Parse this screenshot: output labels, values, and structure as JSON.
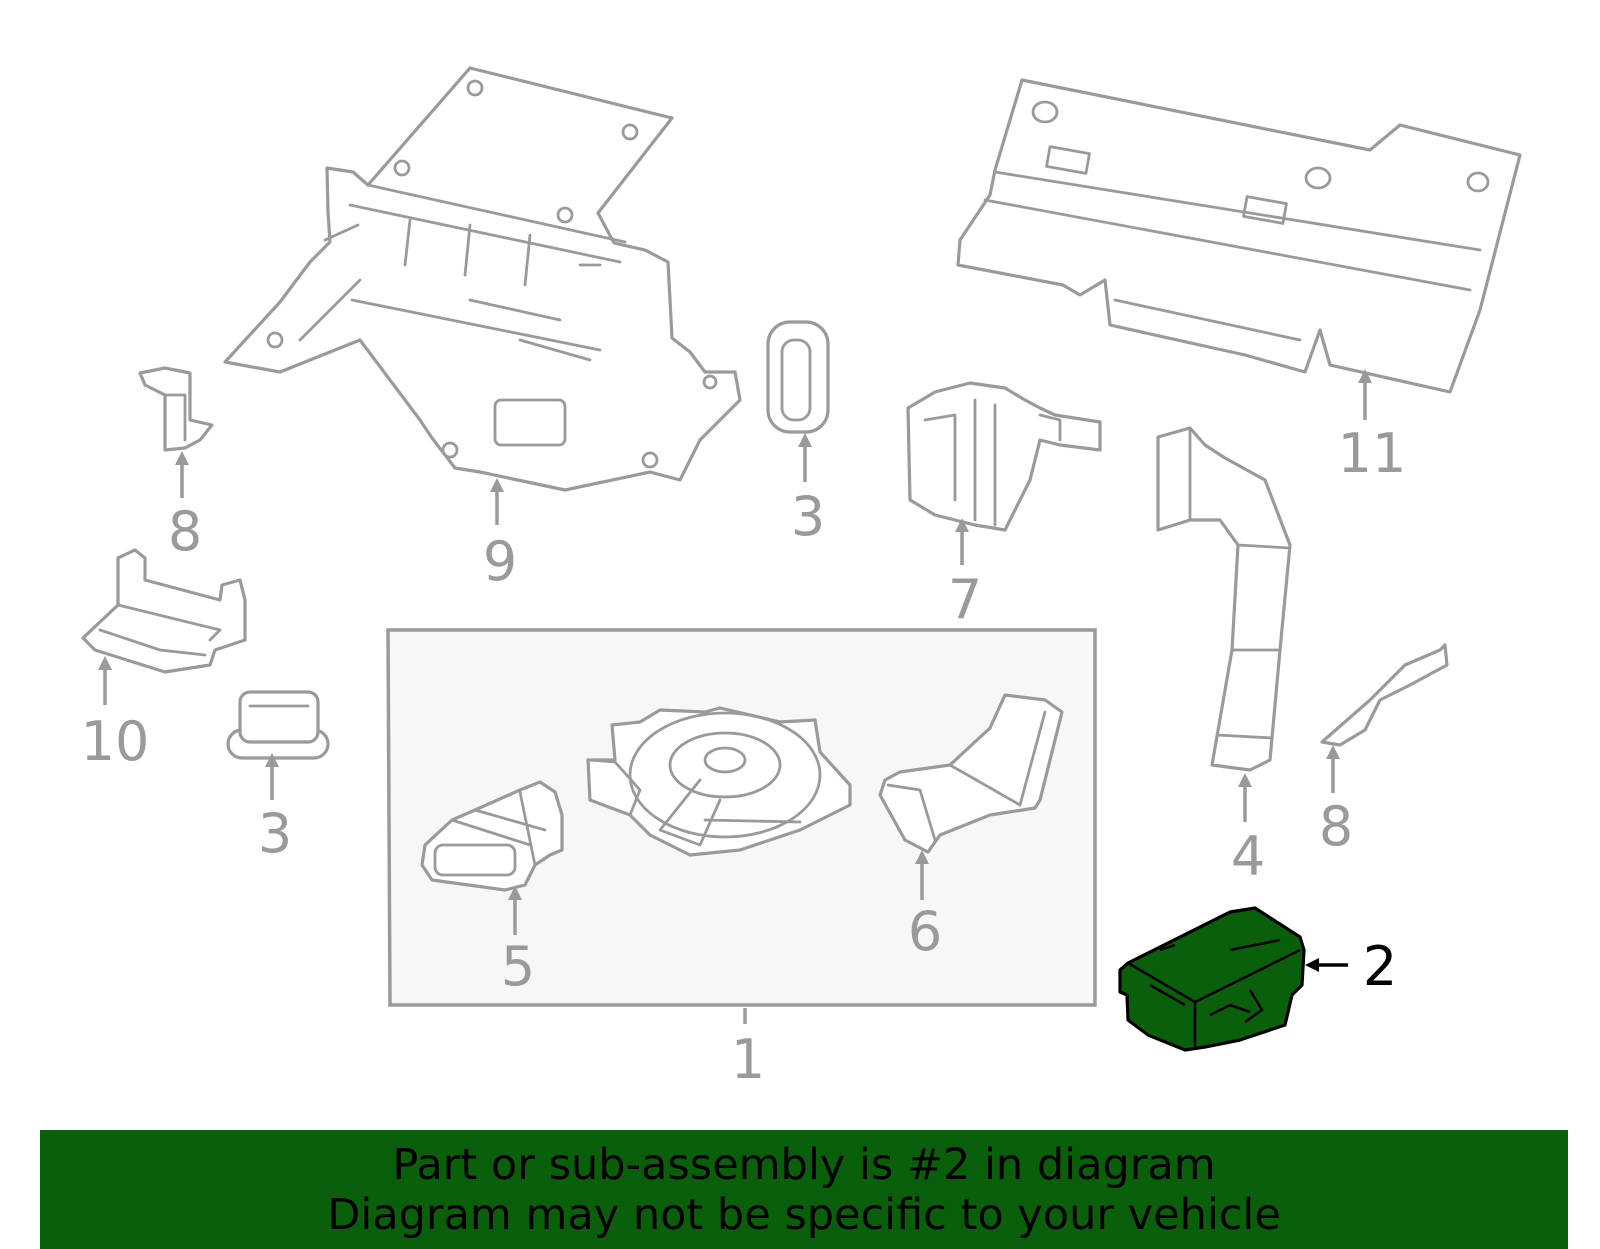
{
  "callouts": {
    "c1": "1",
    "c2": "2",
    "c3a": "3",
    "c3b": "3",
    "c4": "4",
    "c5": "5",
    "c6": "6",
    "c7": "7",
    "c8a": "8",
    "c8b": "8",
    "c9": "9",
    "c10": "10",
    "c11": "11"
  },
  "highlight_part": "2",
  "colors": {
    "highlight": "#0a5f0a",
    "line_art": "#9a9a9a",
    "subassembly_box": "#f7f7f7"
  },
  "banner": {
    "line1": "Part or sub-assembly is #2 in diagram",
    "line2": "Diagram may not be specific to your vehicle"
  }
}
